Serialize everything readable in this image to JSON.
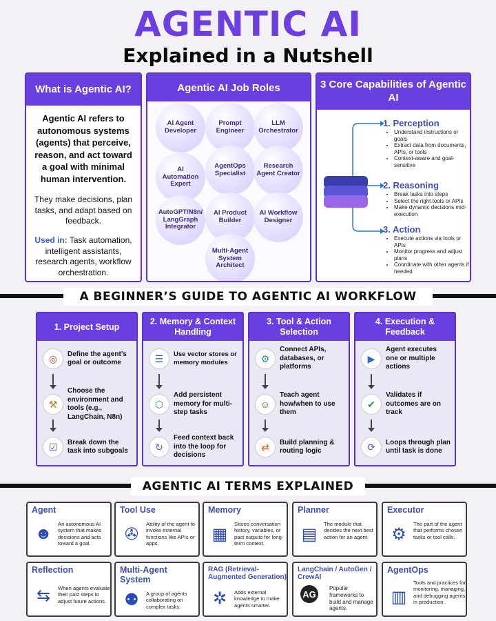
{
  "header": {
    "title": "AGENTIC AI",
    "subtitle": "Explained in a Nutshell"
  },
  "what_is": {
    "title": "What is Agentic AI?",
    "lead": "Agentic AI refers to autonomous systems (agents) that perceive, reason, and act toward a goal with minimal human intervention.",
    "mid": "They make decisions, plan tasks, and adapt based on feedback.",
    "used_label": "Used in:",
    "used_text": "Task automation, intelligent assistants, research agents, workflow orchestration."
  },
  "job_roles": {
    "title": "Agentic AI Job Roles",
    "roles": [
      "AI Agent Developer",
      "Prompt Engineer",
      "LLM Orchestrator",
      "AI Automation Expert",
      "AgentOps Specialist",
      "Research Agent Creator",
      "AutoGPT/N8n/ LangGraph Integrator",
      "AI Product Builder",
      "AI Workflow Designer",
      "Multi-Agent System Architect"
    ]
  },
  "capabilities": {
    "title": "3 Core Capabilities of Agentic AI",
    "items": [
      {
        "title": "1. Perception",
        "points": [
          "Understand instructions or goals",
          "Extract data from documents, APIs, or tools",
          "Context-aware and goal-sensitive"
        ]
      },
      {
        "title": "2. Reasoning",
        "points": [
          "Break tasks into steps",
          "Select the right tools or APIs",
          "Make dynamic decisions mid-execution"
        ]
      },
      {
        "title": "3. Action",
        "points": [
          "Execute actions via tools or APIs",
          "Monitor progress and adjust plans",
          "Coordinate with other agents if needed"
        ]
      }
    ]
  },
  "workflow": {
    "banner": "A BEGINNER’S GUIDE TO AGENTIC AI WORKFLOW",
    "columns": [
      {
        "title": "1. Project Setup",
        "steps": [
          {
            "icon": "target-icon",
            "glyph": "◎",
            "text": "Define the agent’s goal or outcome"
          },
          {
            "icon": "toolbox-icon",
            "glyph": "⚒",
            "text": "Choose the environment and tools (e.g., LangChain, N8n)"
          },
          {
            "icon": "checklist-icon",
            "glyph": "☑",
            "text": "Break down the task into subgoals"
          }
        ]
      },
      {
        "title": "2. Memory & Context Handling",
        "steps": [
          {
            "icon": "database-icon",
            "glyph": "☰",
            "text": "Use vector stores or memory modules"
          },
          {
            "icon": "memory-icon",
            "glyph": "⬡",
            "text": "Add persistent memory for multi-step tasks"
          },
          {
            "icon": "loop-icon",
            "glyph": "↻",
            "text": "Feed context back into the loop for decisions"
          }
        ]
      },
      {
        "title": "3. Tool & Action Selection",
        "steps": [
          {
            "icon": "api-icon",
            "glyph": "⚙",
            "text": "Connect APIs, databases, or platforms"
          },
          {
            "icon": "robot-icon",
            "glyph": "☺",
            "text": "Teach agent how/when to use them"
          },
          {
            "icon": "routing-icon",
            "glyph": "⇄",
            "text": "Build planning & routing logic"
          }
        ]
      },
      {
        "title": "4. Execution & Feedback",
        "steps": [
          {
            "icon": "execute-icon",
            "glyph": "▶",
            "text": "Agent executes one or multiple actions"
          },
          {
            "icon": "validate-icon",
            "glyph": "✔",
            "text": "Validates if outcomes are on track"
          },
          {
            "icon": "loop-plan-icon",
            "glyph": "⟳",
            "text": "Loops through plan until task is done"
          }
        ]
      }
    ]
  },
  "terms": {
    "banner": "AGENTIC AI TERMS EXPLAINED",
    "items": [
      {
        "title": "Agent",
        "icon": "head-icon",
        "glyph": "☻",
        "desc": "An autonomous AI system that makes decisions and acts toward a goal."
      },
      {
        "title": "Tool Use",
        "icon": "wrench-icon",
        "glyph": "✇",
        "desc": "Ability of the agent to invoke external functions like APIs or apps."
      },
      {
        "title": "Memory",
        "icon": "chip-icon",
        "glyph": "▦",
        "desc": "Stores conversation history, variables, or past outputs for long-term context."
      },
      {
        "title": "Planner",
        "icon": "calendar-icon",
        "glyph": "▤",
        "desc": "The module that decides the next best action for an agent."
      },
      {
        "title": "Executor",
        "icon": "gear-icon",
        "glyph": "⚙",
        "desc": "The part of the agent that performs chosen tasks or tool calls."
      },
      {
        "title": "Reflection",
        "icon": "arrows-icon",
        "glyph": "⇆",
        "desc": "When agents evaluate their past steps to adjust future actions."
      },
      {
        "title": "Multi-Agent System",
        "icon": "robots-icon",
        "glyph": "⚉",
        "desc": "A group of agents collaborating on complex tasks."
      },
      {
        "title": "RAG (Retrieval-Augmented Generation)",
        "icon": "network-icon",
        "glyph": "✲",
        "desc": "Adds external knowledge to make agents smarter."
      },
      {
        "title": "LangChain / AutoGen / CrewAI",
        "icon": "frameworks-icon",
        "glyph": "AG",
        "desc": "Popular frameworks to build and manage agents."
      },
      {
        "title": "AgentOps",
        "icon": "dashboard-icon",
        "glyph": "▥",
        "desc": "Tools and practices for monitoring, managing, and debugging agents in production."
      }
    ]
  },
  "colors": {
    "accent": "#6a3fe0",
    "title": "#6b3fe0",
    "term_title": "#3d4fb6"
  }
}
